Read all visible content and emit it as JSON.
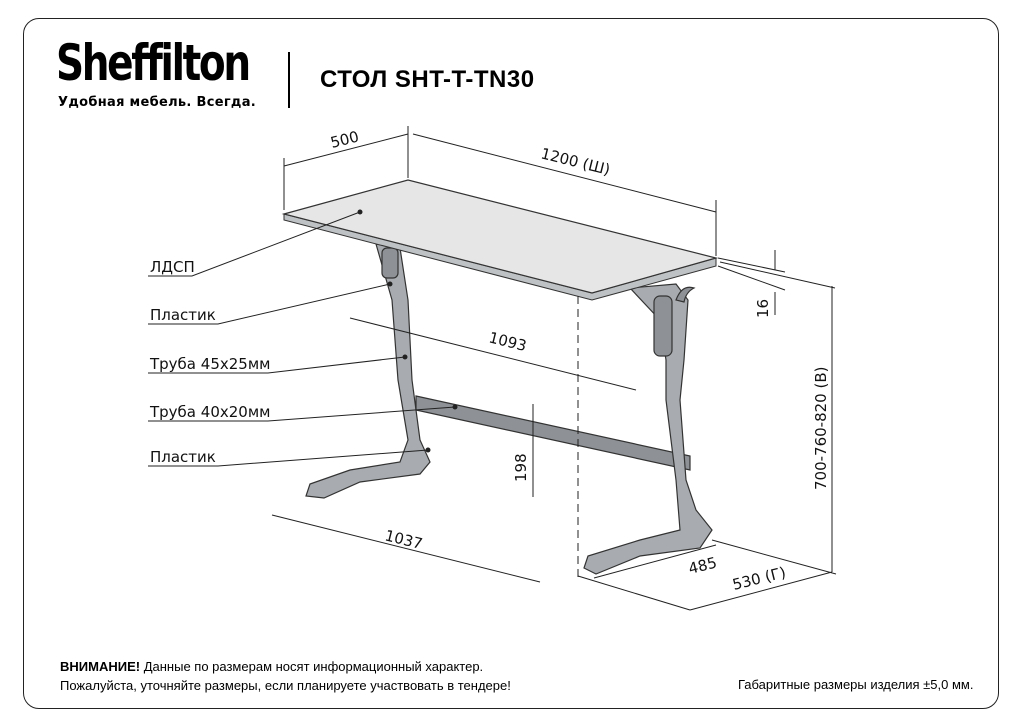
{
  "brand": {
    "name": "Sheffilton",
    "tagline": "Удобная мебель. Всегда."
  },
  "title": "СТОЛ SHT-T-TN30",
  "dimensions": {
    "depth_top": "500",
    "width": "1200 (Ш)",
    "thickness": "16",
    "height": "700-760-820 (В)",
    "inner_width": "1093",
    "crossbar_height": "198",
    "base_length": "1037",
    "foot_inner": "485",
    "depth": "530 (Г)"
  },
  "materials": [
    {
      "label": "ЛДСП"
    },
    {
      "label": "Пластик"
    },
    {
      "label": "Труба 45х25мм"
    },
    {
      "label": "Труба 40х20мм"
    },
    {
      "label": "Пластик"
    }
  ],
  "notice": {
    "bold": "ВНИМАНИЕ!",
    "line1": "Данные по размерам носят информационный характер.",
    "line2": "Пожалуйста, уточняйте размеры, если планируете участвовать в тендере!"
  },
  "tolerance": "Габаритные размеры изделия ±5,0 мм.",
  "colors": {
    "frame": "#a8acb0",
    "top": "#e6e6e6"
  }
}
